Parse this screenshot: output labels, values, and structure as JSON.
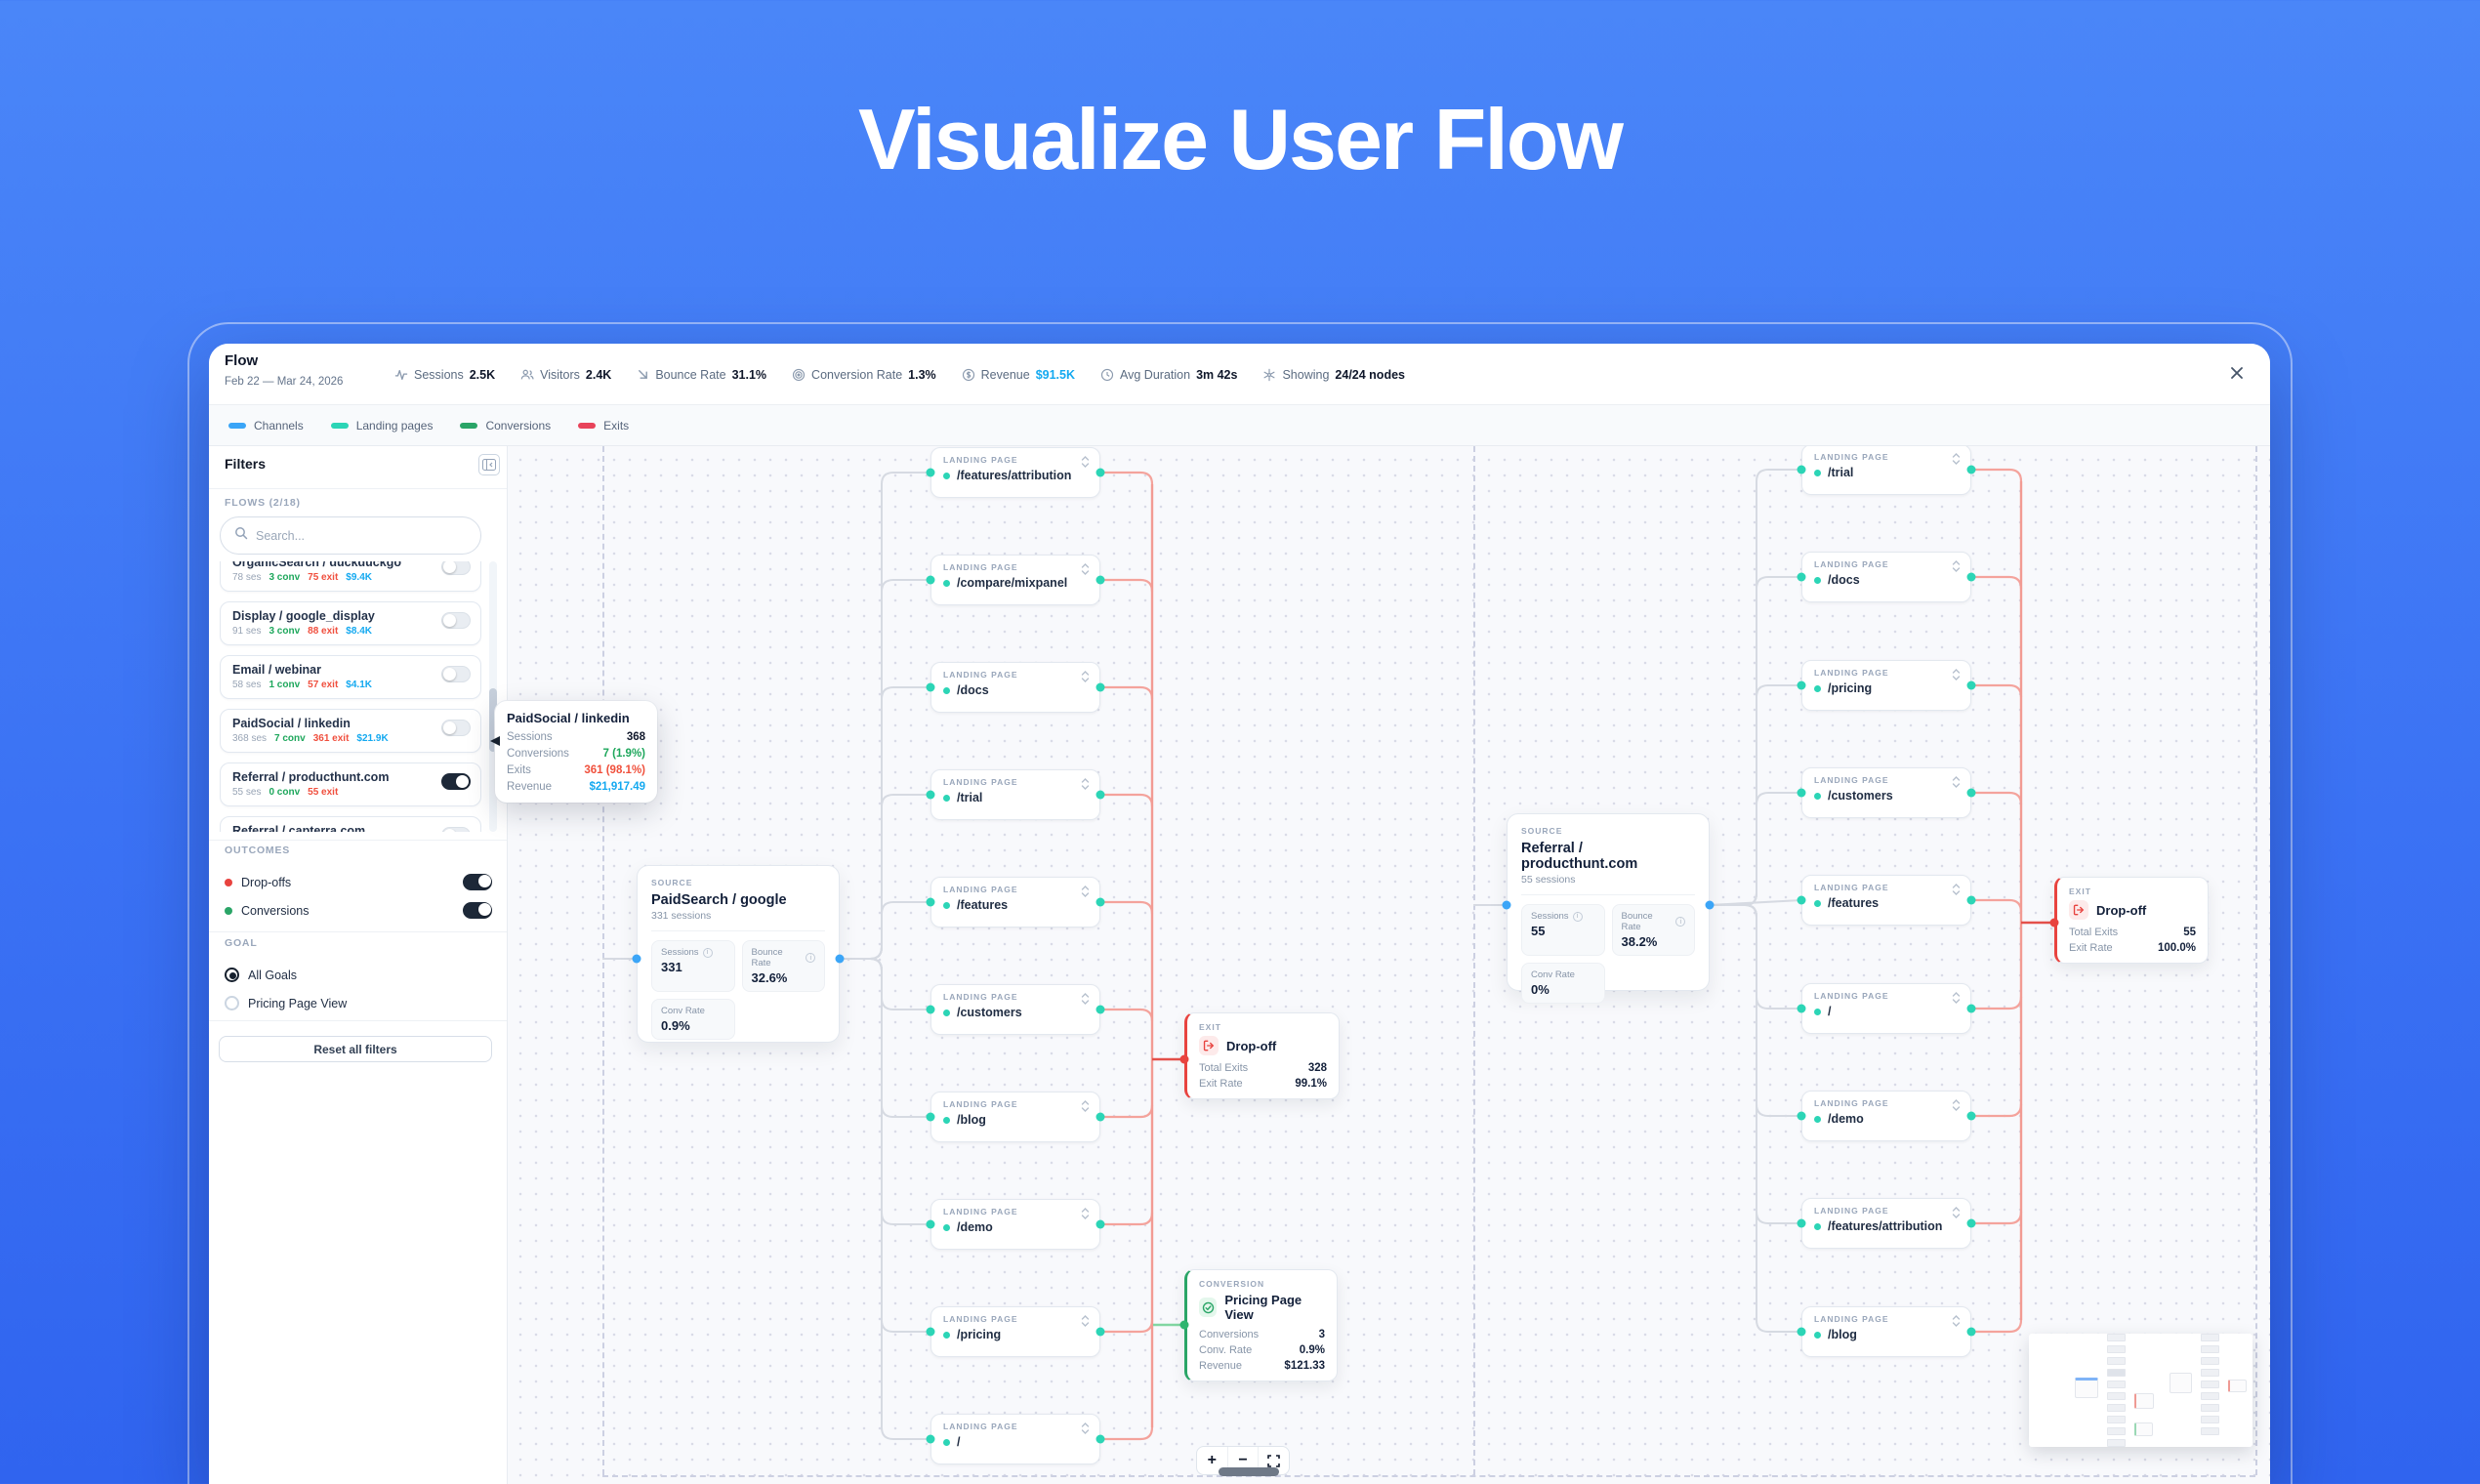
{
  "page": {
    "title": "Visualize User Flow"
  },
  "header": {
    "app_title": "Flow",
    "date_range": "Feb 22 — Mar 24, 2026",
    "stats": [
      {
        "icon": "activity-icon",
        "label": "Sessions",
        "value": "2.5K"
      },
      {
        "icon": "users-icon",
        "label": "Visitors",
        "value": "2.4K"
      },
      {
        "icon": "bounce-arrow-icon",
        "label": "Bounce Rate",
        "value": "31.1%"
      },
      {
        "icon": "target-icon",
        "label": "Conversion Rate",
        "value": "1.3%"
      },
      {
        "icon": "dollar-icon",
        "label": "Revenue",
        "value": "$91.5K",
        "value_color": "#14a9f0"
      },
      {
        "icon": "clock-icon",
        "label": "Avg Duration",
        "value": "3m 42s"
      },
      {
        "icon": "sparkle-icon",
        "label": "Showing",
        "value": "24/24 nodes"
      }
    ]
  },
  "legend": [
    {
      "label": "Channels",
      "color": "#3aa5f7"
    },
    {
      "label": "Landing pages",
      "color": "#2cd5b6"
    },
    {
      "label": "Conversions",
      "color": "#2aa567"
    },
    {
      "label": "Exits",
      "color": "#e8435a"
    }
  ],
  "sidebar": {
    "title": "Filters",
    "flows_header": "FLOWS (2/18)",
    "search_placeholder": "Search...",
    "flows": [
      {
        "name": "OrganicSearch / duckduckgo",
        "sessions": "78 ses",
        "conversions": "3 conv",
        "exits": "75 exit",
        "revenue": "$9.4K",
        "enabled": false
      },
      {
        "name": "Display / google_display",
        "sessions": "91 ses",
        "conversions": "3 conv",
        "exits": "88 exit",
        "revenue": "$8.4K",
        "enabled": false
      },
      {
        "name": "Email / webinar",
        "sessions": "58 ses",
        "conversions": "1 conv",
        "exits": "57 exit",
        "revenue": "$4.1K",
        "enabled": false
      },
      {
        "name": "PaidSocial / linkedin",
        "sessions": "368 ses",
        "conversions": "7 conv",
        "exits": "361 exit",
        "revenue": "$21.9K",
        "enabled": false
      },
      {
        "name": "Referral / producthunt.com",
        "sessions": "55 ses",
        "conversions": "0 conv",
        "exits": "55 exit",
        "revenue": "",
        "enabled": true
      },
      {
        "name": "Referral / capterra.com",
        "sessions": "",
        "conversions": "",
        "exits": "",
        "revenue": "",
        "enabled": false
      }
    ],
    "outcomes": {
      "header": "OUTCOMES",
      "items": [
        {
          "label": "Drop-offs",
          "color": "#e8433f",
          "enabled": true
        },
        {
          "label": "Conversions",
          "color": "#2aa567",
          "enabled": true
        }
      ]
    },
    "goal": {
      "header": "GOAL",
      "options": [
        {
          "label": "All Goals",
          "selected": true
        },
        {
          "label": "Pricing Page View",
          "selected": false
        }
      ]
    },
    "reset_label": "Reset all filters"
  },
  "tooltip": {
    "title": "PaidSocial / linkedin",
    "rows": [
      {
        "label": "Sessions",
        "value": "368",
        "color": "#0f172a"
      },
      {
        "label": "Conversions",
        "value": "7 (1.9%)",
        "color": "#1ea75c"
      },
      {
        "label": "Exits",
        "value": "361 (98.1%)",
        "color": "#f0503c"
      },
      {
        "label": "Revenue",
        "value": "$21,917.49",
        "color": "#14a9f0"
      }
    ]
  },
  "flows": [
    {
      "source": {
        "badge": "SOURCE",
        "title": "PaidSearch / google",
        "subtitle": "331 sessions",
        "chips": [
          {
            "label": "Sessions",
            "info": true,
            "value": "331"
          },
          {
            "label": "Bounce Rate",
            "info": true,
            "value": "32.6%"
          },
          {
            "label": "Conv Rate",
            "info": false,
            "value": "0.9%"
          }
        ]
      },
      "landing_badge": "LANDING PAGE",
      "landing_pages": [
        "/features/attribution",
        "/compare/mixpanel",
        "/docs",
        "/trial",
        "/features",
        "/customers",
        "/blog",
        "/demo",
        "/pricing",
        "/"
      ],
      "exit": {
        "badge": "EXIT",
        "title": "Drop-off",
        "rows": [
          {
            "label": "Total Exits",
            "value": "328"
          },
          {
            "label": "Exit Rate",
            "value": "99.1%"
          }
        ]
      },
      "conversion": {
        "badge": "CONVERSION",
        "title": "Pricing Page View",
        "rows": [
          {
            "label": "Conversions",
            "value": "3"
          },
          {
            "label": "Conv. Rate",
            "value": "0.9%"
          },
          {
            "label": "Revenue",
            "value": "$121.33"
          }
        ]
      }
    },
    {
      "source": {
        "badge": "SOURCE",
        "title": "Referral / producthunt.com",
        "subtitle": "55 sessions",
        "chips": [
          {
            "label": "Sessions",
            "info": true,
            "value": "55"
          },
          {
            "label": "Bounce Rate",
            "info": true,
            "value": "38.2%"
          },
          {
            "label": "Conv Rate",
            "info": false,
            "value": "0%"
          }
        ]
      },
      "landing_badge": "LANDING PAGE",
      "landing_pages": [
        "/trial",
        "/docs",
        "/pricing",
        "/customers",
        "/features",
        "/",
        "/demo",
        "/features/attribution",
        "/blog"
      ],
      "exit": {
        "badge": "EXIT",
        "title": "Drop-off",
        "rows": [
          {
            "label": "Total Exits",
            "value": "55"
          },
          {
            "label": "Exit Rate",
            "value": "100.0%"
          }
        ]
      }
    }
  ],
  "zoom_controls": {
    "zoom_in": "+",
    "zoom_out": "−"
  },
  "colors": {
    "channel": "#3aa5f7",
    "landing": "#2cd5b6",
    "conversion": "#2aa567",
    "exit": "#e8433f",
    "edge_gray": "#d6dae2",
    "edge_salmon": "#f4a39c",
    "edge_green": "#82d6a2",
    "revenue_blue": "#14a9f0"
  }
}
